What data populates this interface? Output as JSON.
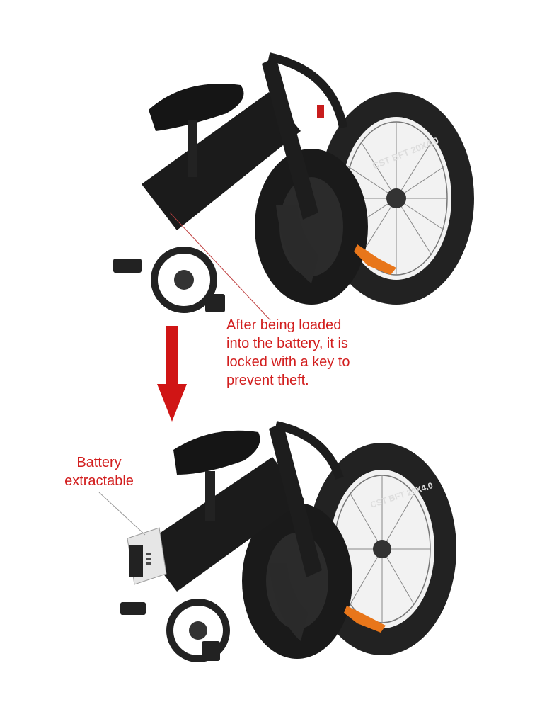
{
  "annotations": {
    "lock_note": "After being loaded\ninto the battery, it is\nlocked with a key to\nprevent theft.",
    "battery_note": "Battery\nextractable"
  },
  "tire_label": "CST BFT 20X4.0",
  "colors": {
    "annotation_red": "#d21e1e",
    "arrow_red": "#d01515",
    "bike_black": "#1b1b1b",
    "accent_orange": "#e8761a",
    "battery_white": "#e6e6e6"
  }
}
